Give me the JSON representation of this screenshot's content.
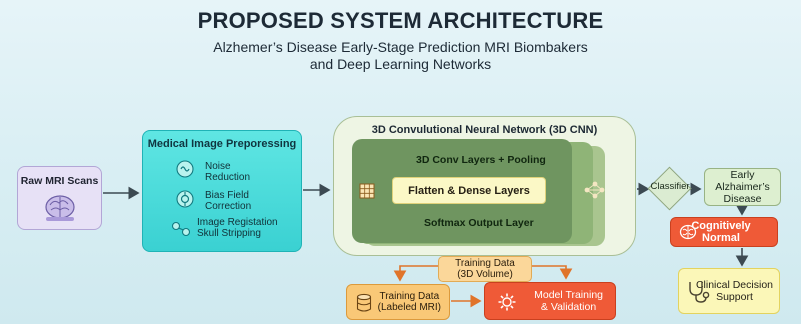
{
  "header": {
    "title": "PROPOSED SYSTEM ARCHITECTURE",
    "subtitle_line1": "Alzhemer’s Disease Early-Stage Prediction MRI Biombakers",
    "subtitle_line2": "and Deep Learning Networks"
  },
  "input": {
    "label": "Raw MRI Scans"
  },
  "preprocessing": {
    "title": "Medical Image Preporessing",
    "items": [
      {
        "line1": "Noise",
        "line2": "Reduction"
      },
      {
        "line1": "Bias Field",
        "line2": "Correction"
      },
      {
        "line1": "Image Registation",
        "line2": "Skull Stripping"
      }
    ]
  },
  "cnn": {
    "title": "3D Convulutional Neural Network (3D CNN)",
    "layers": {
      "conv": "3D Conv Layers + Pooling",
      "flatten": "Flatten & Dense Layers",
      "softmax": "Softmax Output Layer"
    }
  },
  "classifier": {
    "label": "Classifier"
  },
  "outputs": {
    "early_line1": "Early Alzhaimer’s",
    "early_line2": "Disease",
    "normal": "Cognitively Normal",
    "clinical_line1": "Clinical Decision",
    "clinical_line2": "Support"
  },
  "training": {
    "volume_line1": "Training Data",
    "volume_line2": "(3D Volume)",
    "labeled_line1": "Training Data",
    "labeled_line2": "(Labeled MRI)",
    "model_line1": "Model Training",
    "model_line2": "& Validation"
  },
  "colors": {
    "preprocessing": "#3ad1d2",
    "cnn_layers": "#6f9560",
    "flatten": "#fbf8c6",
    "flow_accent": "#f08a2b",
    "alert": "#ef5a37",
    "clinical": "#fbf7b8"
  },
  "icons": [
    "brain-scan-icon",
    "noise-icon",
    "bias-field-icon",
    "registration-icon",
    "grid-icon",
    "network-icon",
    "brain-icon",
    "stethoscope-icon",
    "database-icon",
    "gear-icon"
  ]
}
